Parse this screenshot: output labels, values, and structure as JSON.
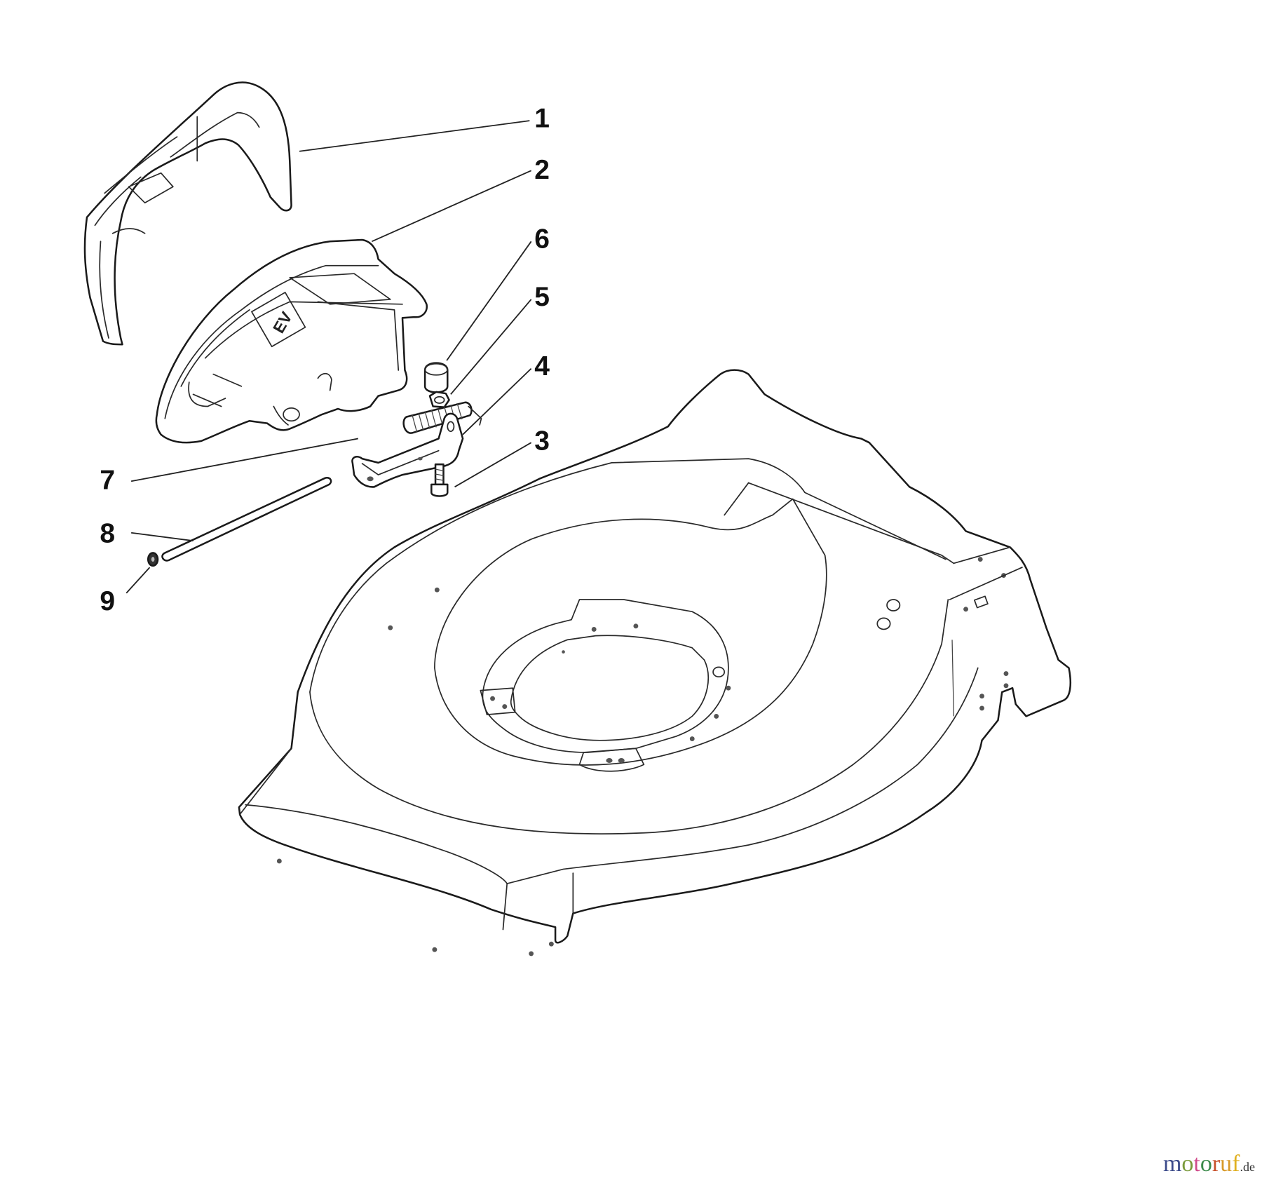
{
  "diagram": {
    "type": "exploded-parts-view",
    "subject": "lawn mower deck and rear flap assembly",
    "callouts": [
      {
        "id": "1",
        "label": "1",
        "part": "rear guard cover"
      },
      {
        "id": "2",
        "label": "2",
        "part": "rear flap"
      },
      {
        "id": "3",
        "label": "3",
        "part": "screw"
      },
      {
        "id": "4",
        "label": "4",
        "part": "bracket"
      },
      {
        "id": "5",
        "label": "5",
        "part": "nut"
      },
      {
        "id": "6",
        "label": "6",
        "part": "cap"
      },
      {
        "id": "7",
        "label": "7",
        "part": "spring"
      },
      {
        "id": "8",
        "label": "8",
        "part": "rod"
      },
      {
        "id": "9",
        "label": "9",
        "part": "washer"
      }
    ],
    "flap_marking": "EV"
  },
  "watermark": {
    "letters": [
      {
        "char": "m",
        "color": "#3b4a8a"
      },
      {
        "char": "o",
        "color": "#7a9a3a"
      },
      {
        "char": "t",
        "color": "#d04a8a"
      },
      {
        "char": "o",
        "color": "#3a8a4a"
      },
      {
        "char": "r",
        "color": "#c8502a"
      },
      {
        "char": "u",
        "color": "#d89a2a"
      },
      {
        "char": "f",
        "color": "#e0b020"
      }
    ],
    "suffix": ".de"
  }
}
